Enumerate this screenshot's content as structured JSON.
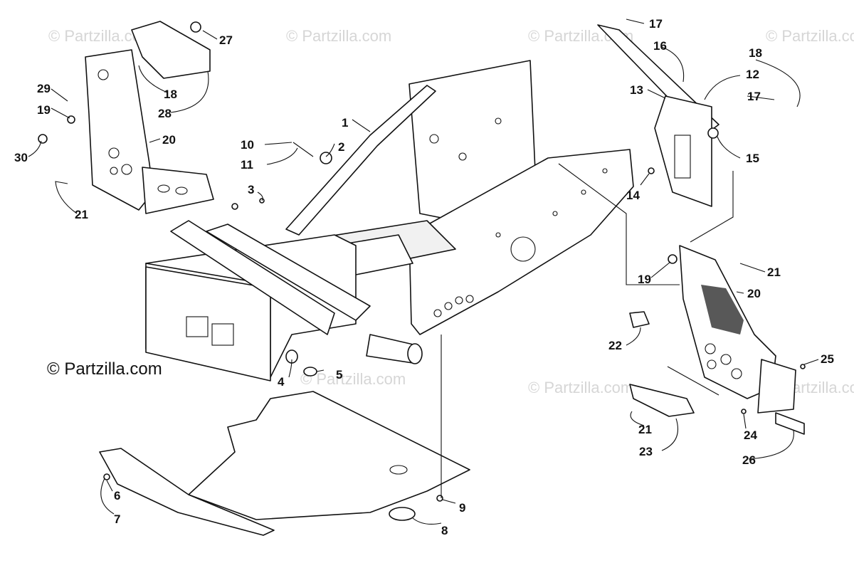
{
  "watermark_text": "© Partzilla.com",
  "copyright_text": "© Partzilla.com",
  "callouts": [
    "1",
    "2",
    "3",
    "4",
    "5",
    "6",
    "7",
    "8",
    "9",
    "10",
    "11",
    "12",
    "13",
    "14",
    "15",
    "16",
    "17",
    "17",
    "18",
    "18",
    "19",
    "19",
    "20",
    "20",
    "21",
    "21",
    "21",
    "22",
    "23",
    "24",
    "25",
    "26",
    "27",
    "28",
    "29",
    "30"
  ]
}
